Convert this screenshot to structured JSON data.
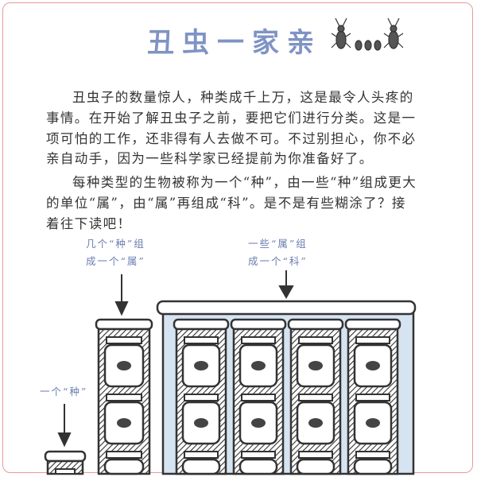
{
  "title": "丑虫一家亲",
  "paragraphs": [
    "丑虫子的数量惊人，种类成千上万，这是最令人头疼的事情。在开始了解丑虫子之前，要把它们进行分类。这是一项可怕的工作，还非得有人去做不可。不过别担心，你不必亲自动手，因为一些科学家已经提前为你准备好了。",
    "每种类型的生物被称为一个“种”，由一些“种”组成更大的单位“属”，由“属”再组成“科”。是不是有些糊涂了？接着往下读吧！"
  ],
  "labels": {
    "genus_line1": "几个“种”组",
    "genus_line2": "成一个“属”",
    "family_line1": "一些“属”组",
    "family_line2": "成一个“科”",
    "species": "一个“种”"
  },
  "colors": {
    "title": "#7f93c4",
    "label": "#6a7db0",
    "family_fill": "#d6e3f1",
    "frame": "#e89a9a"
  }
}
